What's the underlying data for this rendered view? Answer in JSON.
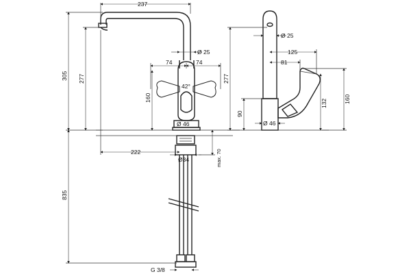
{
  "dimensions": {
    "top_width": "237",
    "spout_height": "305",
    "spout_inner_height": "277",
    "spout_reach": "222",
    "body_diameter": "Ø 25",
    "handle_span_left": "74",
    "handle_span_right": "74",
    "handle_angle": "42°",
    "handle_height": "160",
    "base_diameter": "Ø 46",
    "deck_thickness": "max. 70",
    "shank_diameter": "Ø34",
    "hose_length": "835",
    "connection": "G 3/8",
    "side_body_diameter": "Ø 25",
    "side_lever_reach": "125",
    "side_body_reach": "81",
    "side_height": "277",
    "side_lever_height": "132",
    "side_total_lever": "160",
    "side_base_height": "90",
    "side_base_diameter": "Ø 46"
  }
}
